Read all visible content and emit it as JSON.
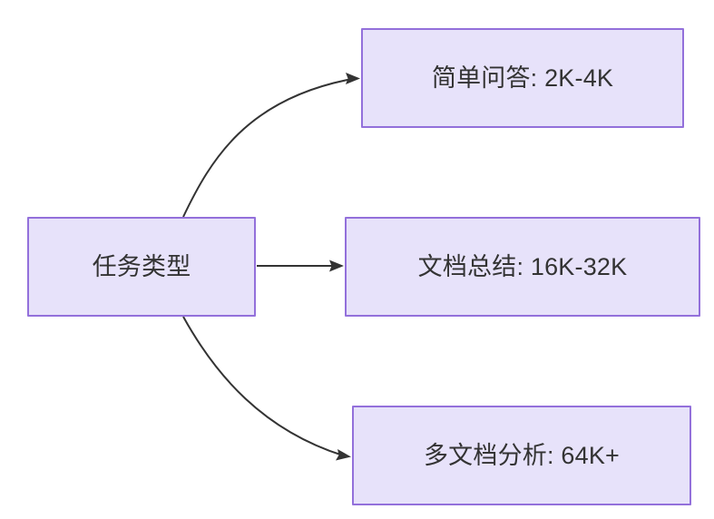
{
  "diagram": {
    "type": "flowchart",
    "orientation": "left-to-right",
    "background_color": "#ffffff",
    "node_fill_color": "#e7e2fa",
    "node_border_color": "#9370db",
    "text_color": "#333333",
    "edge_color": "#333333",
    "nodes": [
      {
        "id": "source",
        "label": "任务类型",
        "role": "root"
      },
      {
        "id": "simple_qa",
        "label": "简单问答: 2K-4K",
        "role": "leaf"
      },
      {
        "id": "doc_summary",
        "label": "文档总结: 16K-32K",
        "role": "leaf"
      },
      {
        "id": "multi_doc",
        "label": "多文档分析: 64K+",
        "role": "leaf"
      }
    ],
    "edges": [
      {
        "id": "edge-source-simple-qa",
        "from": "source",
        "to": "simple_qa",
        "shape": "curved",
        "arrow": "arrowhead-icon"
      },
      {
        "id": "edge-source-doc-summary",
        "from": "source",
        "to": "doc_summary",
        "shape": "straight",
        "arrow": "arrowhead-icon"
      },
      {
        "id": "edge-source-multi-doc",
        "from": "source",
        "to": "multi_doc",
        "shape": "curved",
        "arrow": "arrowhead-icon"
      }
    ]
  }
}
